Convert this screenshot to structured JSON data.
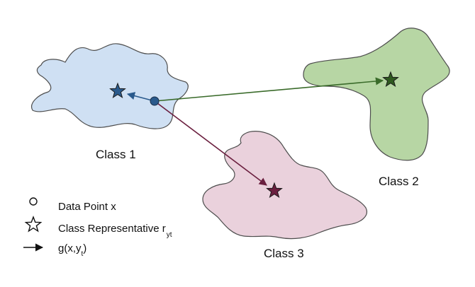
{
  "classes": [
    {
      "label": "Class 1",
      "fill": "#cfe0f3",
      "stroke": "#4d4d4d",
      "star_color": "#2a5a8c"
    },
    {
      "label": "Class 2",
      "fill": "#b7d6a4",
      "stroke": "#4d4d4d",
      "star_color": "#2f5a1f"
    },
    {
      "label": "Class 3",
      "fill": "#ead1dc",
      "stroke": "#4d4d4d",
      "star_color": "#6b1f3f"
    }
  ],
  "data_point": {
    "color": "#2a5a8c"
  },
  "arrows": {
    "to_class1": {
      "color": "#2a5a8c"
    },
    "to_class2": {
      "color": "#3a6b2a"
    },
    "to_class3": {
      "color": "#6b1f3f"
    }
  },
  "legend": {
    "data_point": {
      "text": "Data Point x",
      "icon": "circle-icon"
    },
    "representative": {
      "text": "Class Representative r",
      "subscript": "yt",
      "icon": "star-icon"
    },
    "function": {
      "text_prefix": "g(x,y",
      "subscript": "t",
      "text_suffix": ")",
      "icon": "arrow-icon"
    }
  }
}
